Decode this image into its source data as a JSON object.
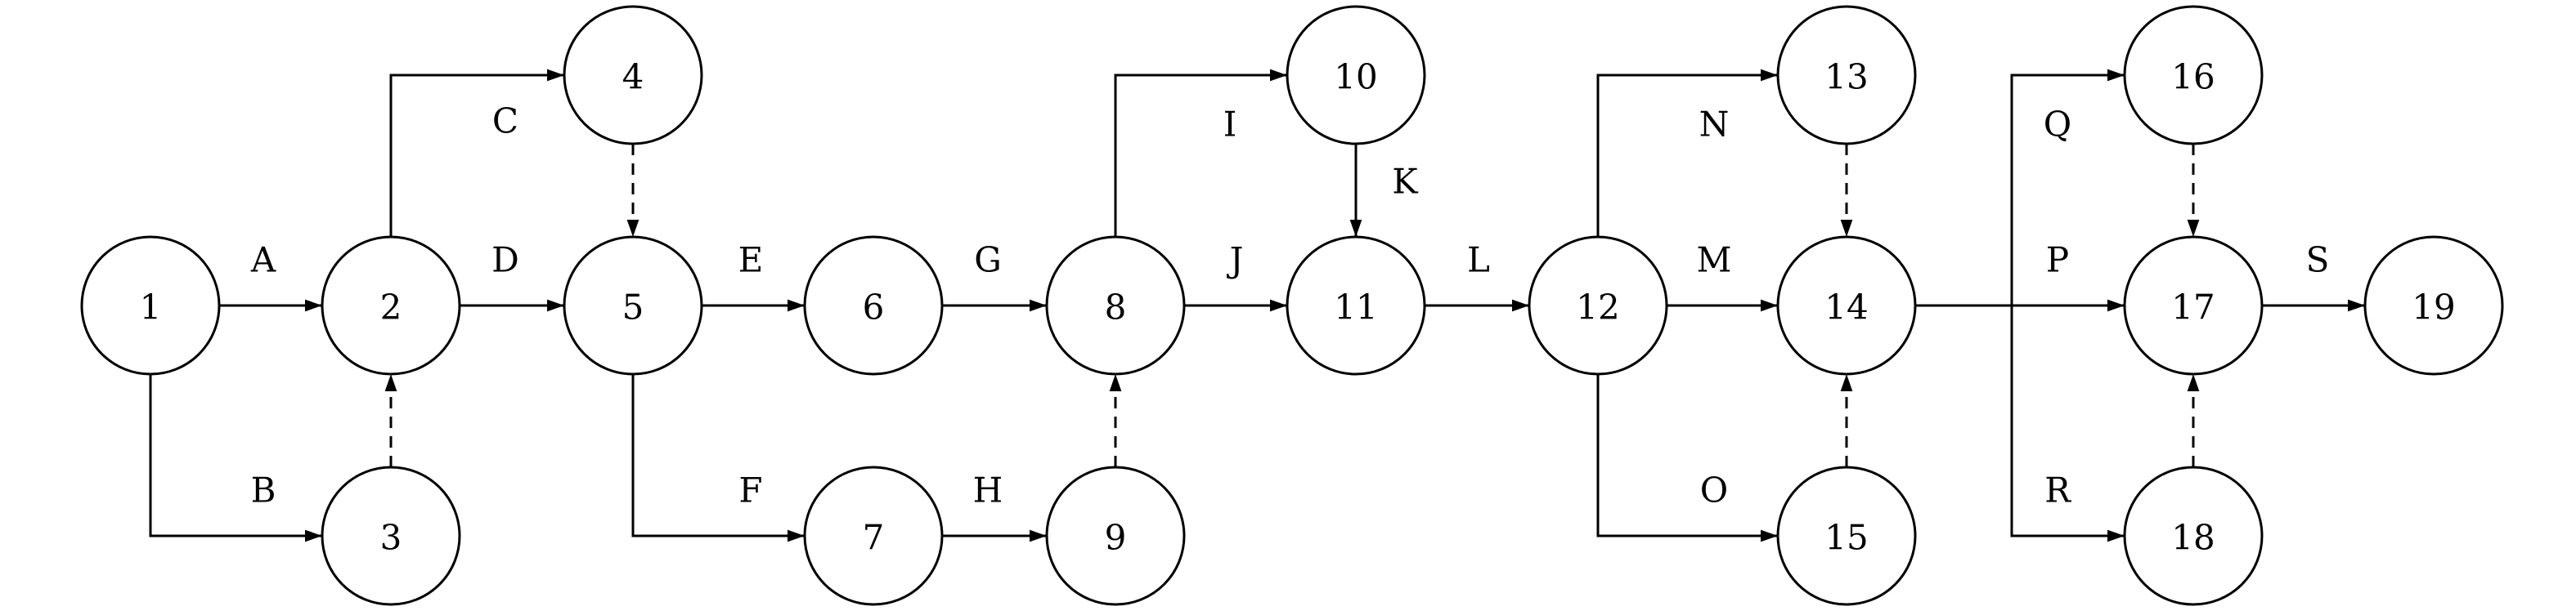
{
  "nodes": [
    {
      "id": "1",
      "label": "1"
    },
    {
      "id": "2",
      "label": "2"
    },
    {
      "id": "3",
      "label": "3"
    },
    {
      "id": "4",
      "label": "4"
    },
    {
      "id": "5",
      "label": "5"
    },
    {
      "id": "6",
      "label": "6"
    },
    {
      "id": "7",
      "label": "7"
    },
    {
      "id": "8",
      "label": "8"
    },
    {
      "id": "9",
      "label": "9"
    },
    {
      "id": "10",
      "label": "10"
    },
    {
      "id": "11",
      "label": "11"
    },
    {
      "id": "12",
      "label": "12"
    },
    {
      "id": "13",
      "label": "13"
    },
    {
      "id": "14",
      "label": "14"
    },
    {
      "id": "15",
      "label": "15"
    },
    {
      "id": "16",
      "label": "16"
    },
    {
      "id": "17",
      "label": "17"
    },
    {
      "id": "18",
      "label": "18"
    },
    {
      "id": "19",
      "label": "19"
    }
  ],
  "edges": [
    {
      "id": "A",
      "from": "1",
      "to": "2",
      "label": "A",
      "dashed": false
    },
    {
      "id": "B",
      "from": "1",
      "to": "3",
      "label": "B",
      "dashed": false
    },
    {
      "id": "C",
      "from": "2",
      "to": "4",
      "label": "C",
      "dashed": false
    },
    {
      "id": "D",
      "from": "2",
      "to": "5",
      "label": "D",
      "dashed": false
    },
    {
      "id": "d3-2",
      "from": "3",
      "to": "2",
      "label": "",
      "dashed": true
    },
    {
      "id": "d4-5",
      "from": "4",
      "to": "5",
      "label": "",
      "dashed": true
    },
    {
      "id": "E",
      "from": "5",
      "to": "6",
      "label": "E",
      "dashed": false
    },
    {
      "id": "F",
      "from": "5",
      "to": "7",
      "label": "F",
      "dashed": false
    },
    {
      "id": "G",
      "from": "6",
      "to": "8",
      "label": "G",
      "dashed": false
    },
    {
      "id": "H",
      "from": "7",
      "to": "9",
      "label": "H",
      "dashed": false
    },
    {
      "id": "d9-8",
      "from": "9",
      "to": "8",
      "label": "",
      "dashed": true
    },
    {
      "id": "I",
      "from": "8",
      "to": "10",
      "label": "I",
      "dashed": false
    },
    {
      "id": "J",
      "from": "8",
      "to": "11",
      "label": "J",
      "dashed": false
    },
    {
      "id": "K",
      "from": "10",
      "to": "11",
      "label": "K",
      "dashed": false
    },
    {
      "id": "L",
      "from": "11",
      "to": "12",
      "label": "L",
      "dashed": false
    },
    {
      "id": "N",
      "from": "12",
      "to": "13",
      "label": "N",
      "dashed": false
    },
    {
      "id": "M",
      "from": "12",
      "to": "14",
      "label": "M",
      "dashed": false
    },
    {
      "id": "O",
      "from": "12",
      "to": "15",
      "label": "O",
      "dashed": false
    },
    {
      "id": "d13-14",
      "from": "13",
      "to": "14",
      "label": "",
      "dashed": true
    },
    {
      "id": "d15-14",
      "from": "15",
      "to": "14",
      "label": "",
      "dashed": true
    },
    {
      "id": "Q",
      "from": "14",
      "to": "16",
      "label": "Q",
      "dashed": false
    },
    {
      "id": "P",
      "from": "14",
      "to": "17",
      "label": "P",
      "dashed": false
    },
    {
      "id": "R",
      "from": "14",
      "to": "18",
      "label": "R",
      "dashed": false
    },
    {
      "id": "d16-17",
      "from": "16",
      "to": "17",
      "label": "",
      "dashed": true
    },
    {
      "id": "d18-17",
      "from": "18",
      "to": "17",
      "label": "",
      "dashed": true
    },
    {
      "id": "S",
      "from": "17",
      "to": "19",
      "label": "S",
      "dashed": false
    }
  ]
}
